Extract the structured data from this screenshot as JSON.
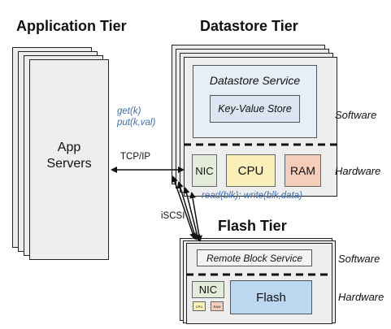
{
  "application_tier": {
    "title": "Application Tier",
    "servers_label_line1": "App",
    "servers_label_line2": "Servers"
  },
  "datastore_tier": {
    "title": "Datastore Tier",
    "service_label": "Datastore Service",
    "kv_store_label": "Key-Value Store",
    "software_label": "Software",
    "hardware_label": "Hardware",
    "nic_label": "NIC",
    "cpu_label": "CPU",
    "ram_label": "RAM"
  },
  "flash_tier": {
    "title": "Flash Tier",
    "remote_block_label": "Remote Block Service",
    "software_label": "Software",
    "hardware_label": "Hardware",
    "nic_label": "NIC",
    "cpu_small_label": "CPU",
    "ram_small_label": "RAM",
    "flash_label": "Flash"
  },
  "connections": {
    "app_ops_line1": "get(k)",
    "app_ops_line2": "put(k,val)",
    "tcpip_label": "TCP/IP",
    "block_ops_label": "read(blk);  write(blk,data)",
    "iscsi_label": "iSCSI"
  },
  "colors": {
    "blue_text": "#3b6fb6",
    "service_fill": "#e6eef8",
    "kv_fill": "#dce6f3",
    "nic_fill": "#e2ecd8",
    "cpu_fill": "#fbefb8",
    "ram_fill": "#f6cdb8",
    "flash_fill": "#bcd7f0"
  }
}
